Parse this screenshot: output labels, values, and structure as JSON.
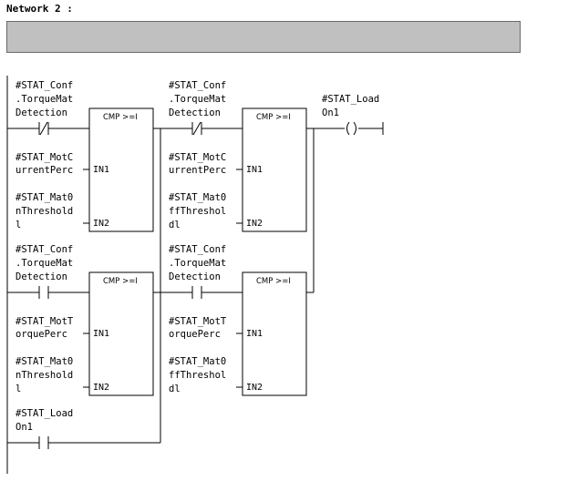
{
  "network": {
    "title": "Network 2 :"
  },
  "comment": {
    "text": ""
  },
  "blocks": {
    "cmp_label": "CMP >=I",
    "in1": "IN1",
    "in2": "IN2"
  },
  "contacts": {
    "torque_1": [
      "#STAT_Conf",
      ".TorqueMat",
      "Detection"
    ],
    "torque_2": [
      "#STAT_Conf",
      ".TorqueMat",
      "Detection"
    ],
    "torque_3": [
      "#STAT_Conf",
      ".TorqueMat",
      "Detection"
    ],
    "torque_4": [
      "#STAT_Conf",
      ".TorqueMat",
      "Detection"
    ],
    "load_contact": [
      "#STAT_Load",
      "On1"
    ]
  },
  "operands": {
    "b1_in1": [
      "#STAT_MotC",
      "urrentPerc"
    ],
    "b1_in2": [
      "#STAT_Mat0",
      "nThreshold",
      "l"
    ],
    "b2_in1": [
      "#STAT_MotC",
      "urrentPerc"
    ],
    "b2_in2": [
      "#STAT_Mat0",
      "ffThreshol",
      "dl"
    ],
    "b3_in1": [
      "#STAT_MotT",
      "orquePerc"
    ],
    "b3_in2": [
      "#STAT_Mat0",
      "nThreshold",
      "l"
    ],
    "b4_in1": [
      "#STAT_MotT",
      "orquePerc"
    ],
    "b4_in2": [
      "#STAT_Mat0",
      "ffThreshol",
      "dl"
    ]
  },
  "coil": {
    "lines": [
      "#STAT_Load",
      "On1"
    ],
    "symbol": "( )"
  },
  "icons": {
    "nc_contact": "normally-closed-contact-icon",
    "no_contact": "normally-open-contact-icon",
    "coil": "output-coil-icon"
  }
}
